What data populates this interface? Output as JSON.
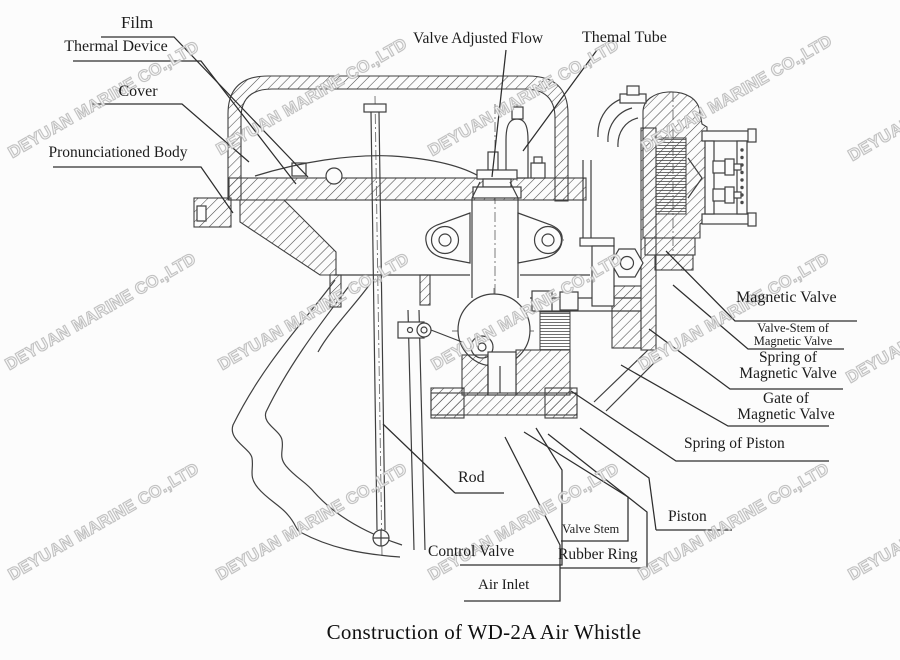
{
  "page": {
    "background": "#fcfcfc",
    "line_color": "#3f3f3f",
    "label_color": "#1c1c1c",
    "watermark_color": "#b0b0b0"
  },
  "caption": "Construction of WD-2A Air Whistle",
  "watermark": {
    "text": "DEYUAN MARINE CO.,LTD"
  },
  "labels": {
    "film": "Film",
    "thermal_device": "Thermal Device",
    "cover": "Cover",
    "pronunciationed_body": "Pronunciationed Body",
    "valve_adjusted_flow": "Valve Adjusted Flow",
    "themal_tube": "Themal Tube",
    "magnetic_valve": "Magnetic Valve",
    "valve_stem_of_mv": {
      "line1": "Valve-Stem of",
      "line2": "Magnetic Valve"
    },
    "spring_of_mv": {
      "line1": "Spring of",
      "line2": "Magnetic Valve"
    },
    "gate_of_mv": {
      "line1": "Gate of",
      "line2": "Magnetic Valve"
    },
    "spring_of_piston": "Spring of Piston",
    "piston": "Piston",
    "rod": "Rod",
    "control_valve": "Control Valve",
    "air_inlet": "Air Inlet",
    "valve_stem": "Valve Stem",
    "rubber_ring": "Rubber Ring"
  }
}
